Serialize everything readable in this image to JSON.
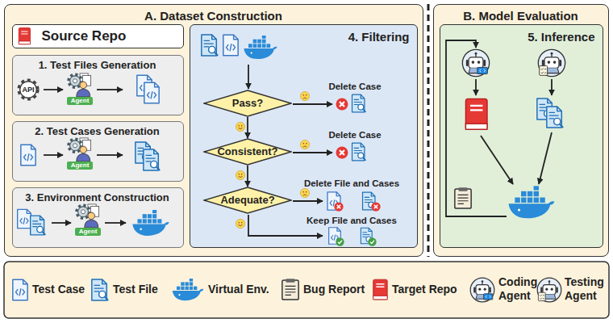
{
  "diagram": {
    "nodes": [
      {
        "text": [
          "A. Dataset Construction"
        ]
      },
      {
        "text": [
          "Source Repo"
        ],
        "in": 0
      },
      {
        "text": [
          "1. Test Files Generation"
        ],
        "in": 0
      },
      {
        "text": [
          "2. Test Cases Generation"
        ],
        "in": 0
      },
      {
        "text": [
          "3. Environment Construction"
        ],
        "in": 0
      },
      {
        "text": [
          "4. Filtering"
        ],
        "in": 0
      },
      {
        "text": [
          "Pass?"
        ],
        "in": 5
      },
      {
        "text": [
          "Consistent?"
        ],
        "in": 5
      },
      {
        "text": [
          "Adequate?"
        ],
        "in": 5
      },
      {
        "text": [
          "B. Model Evaluation"
        ]
      },
      {
        "text": [
          "5. Inference"
        ],
        "in": 9
      }
    ],
    "edges": [
      {
        "from": 6,
        "to": 7,
        "arrow": "to"
      },
      {
        "from": 7,
        "to": 8,
        "arrow": "to"
      }
    ],
    "labels": [
      "API",
      "Agent",
      "Agent",
      "Agent",
      "Delete Case",
      "Delete Case",
      "Delete File and Cases",
      "Keep File and Cases"
    ],
    "legend": [
      {
        "text": "Test Case"
      },
      {
        "text": "Test File"
      },
      {
        "text": "Virtual Env."
      },
      {
        "text": "Bug Report"
      },
      {
        "text": "Target Repo"
      },
      {
        "text": "Coding Agent"
      },
      {
        "text": "Testing Agent"
      }
    ]
  }
}
